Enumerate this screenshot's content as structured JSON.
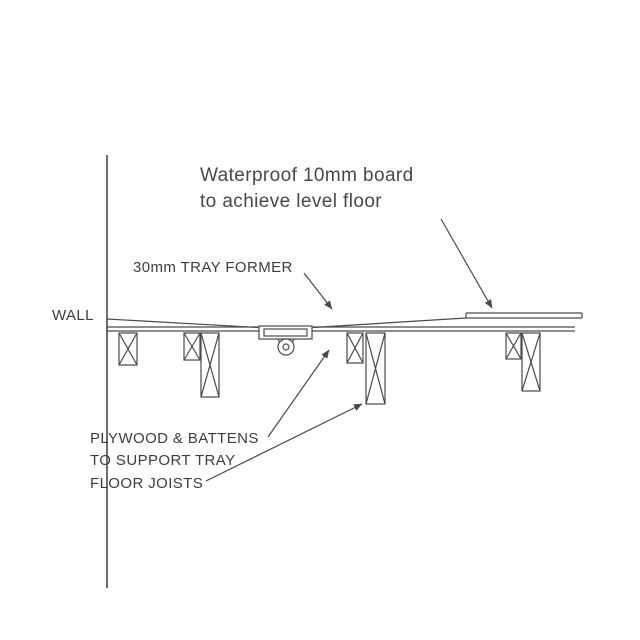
{
  "diagram": {
    "type": "construction-detail-section",
    "annotation_board": {
      "line1": "Waterproof 10mm board",
      "line2": "to achieve level floor"
    },
    "annotation_tray": "30mm TRAY FORMER",
    "annotation_wall": "WALL",
    "annotation_plywood": {
      "line1": "PLYWOOD & BATTENS",
      "line2": "TO SUPPORT TRAY"
    },
    "annotation_joists": "FLOOR JOISTS",
    "colors": {
      "line": "#4a4a4a",
      "text": "#3d3d3d",
      "background": "#ffffff"
    }
  }
}
